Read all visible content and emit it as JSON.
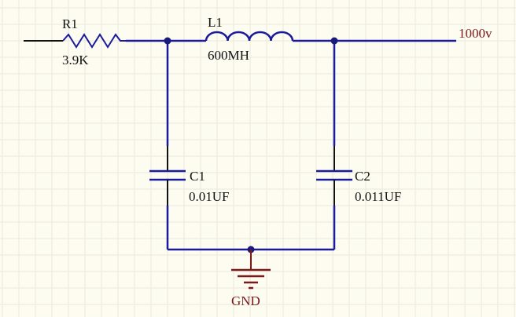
{
  "colors": {
    "background": "#fdfcf1",
    "grid": "#ece9dc",
    "wire": "#1a1a9a",
    "component": "#1a1a9a",
    "lead": "#111111",
    "junction": "#1a1a7a",
    "label_text": "#111111",
    "net_label": "#7a1a1a",
    "ground": "#7a1a1a"
  },
  "components": {
    "r1": {
      "designator": "R1",
      "value": "3.9K"
    },
    "l1": {
      "designator": "L1",
      "value": "600MH"
    },
    "c1": {
      "designator": "C1",
      "value": "0.01UF"
    },
    "c2": {
      "designator": "C2",
      "value": "0.011UF"
    }
  },
  "nets": {
    "output": "1000v",
    "ground": "GND"
  }
}
